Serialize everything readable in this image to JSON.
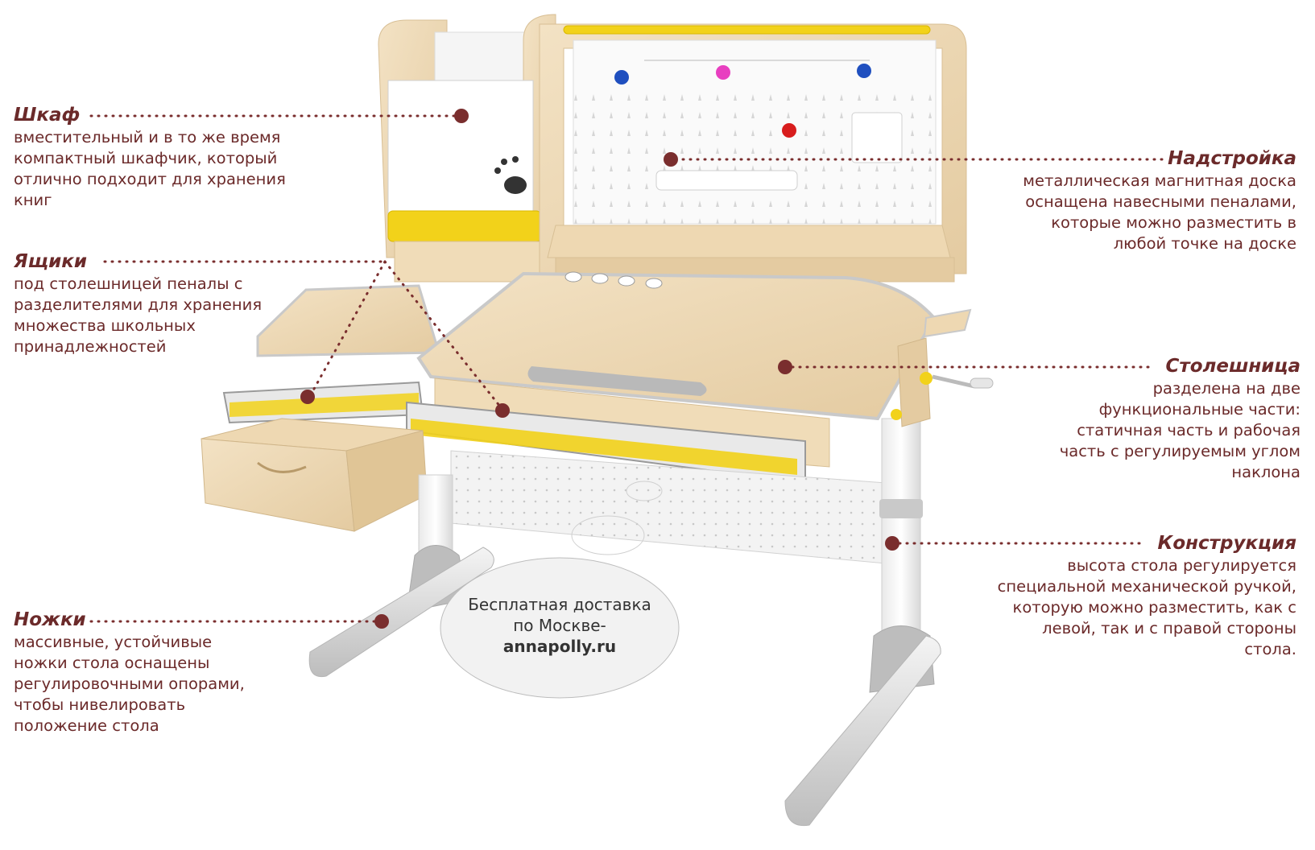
{
  "callouts": {
    "shkaf": {
      "title": "Шкаф",
      "desc": "вместительный и в то же время\nкомпактный шкафчик, который\nотлично подходит для хранения\nкниг"
    },
    "yashchiki": {
      "title": "Ящики",
      "desc": "под столешницей  пеналы с\nразделителями для хранения\nмножества школьных\nпринадлежностей"
    },
    "nozhki": {
      "title": "Ножки",
      "desc": "массивные, устойчивые\nножки стола оснащены\nрегулировочными опорами,\nчтобы нивелировать\nположение стола"
    },
    "nadstroyka": {
      "title": "Надстройка",
      "desc": "металлическая магнитная доска\nоснащена навесными пеналами,\nкоторые можно разместить в\nлюбой точке на доске"
    },
    "stoleshnitsa": {
      "title": "Столешница",
      "desc": "разделена на две\nфункциональные части:\nстатичная часть и рабочая\nчасть с регулируемым углом\nнаклона"
    },
    "konstruktsiya": {
      "title": "Конструкция",
      "desc": "высота стола регулируется\nспециальной механической ручкой,\nкоторую можно разместить, как с\nлевой, так и с правой стороны\nстола."
    }
  },
  "promo": {
    "line1": "Бесплатная доставка",
    "line2": "по Москве-",
    "site": "annapolly.ru"
  },
  "colors": {
    "text": "#6b2a2a",
    "dot": "#7a2e2e",
    "wood": "#ecd7b5",
    "accent_yellow": "#f2d21a",
    "frame_grey": "#c9c9c9"
  }
}
